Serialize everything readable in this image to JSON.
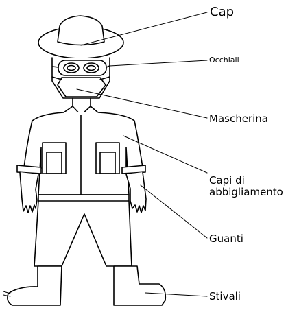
{
  "labels": {
    "cap": "Cap",
    "occhiali": "Occhiali",
    "mascherina": "Mascherina",
    "capi_line1": "Capi di",
    "capi_line2": "abbigliamento",
    "guanti": "Guanti",
    "stivali": "Stivali"
  },
  "colors": {
    "stroke": "#000000",
    "background": "#ffffff"
  }
}
